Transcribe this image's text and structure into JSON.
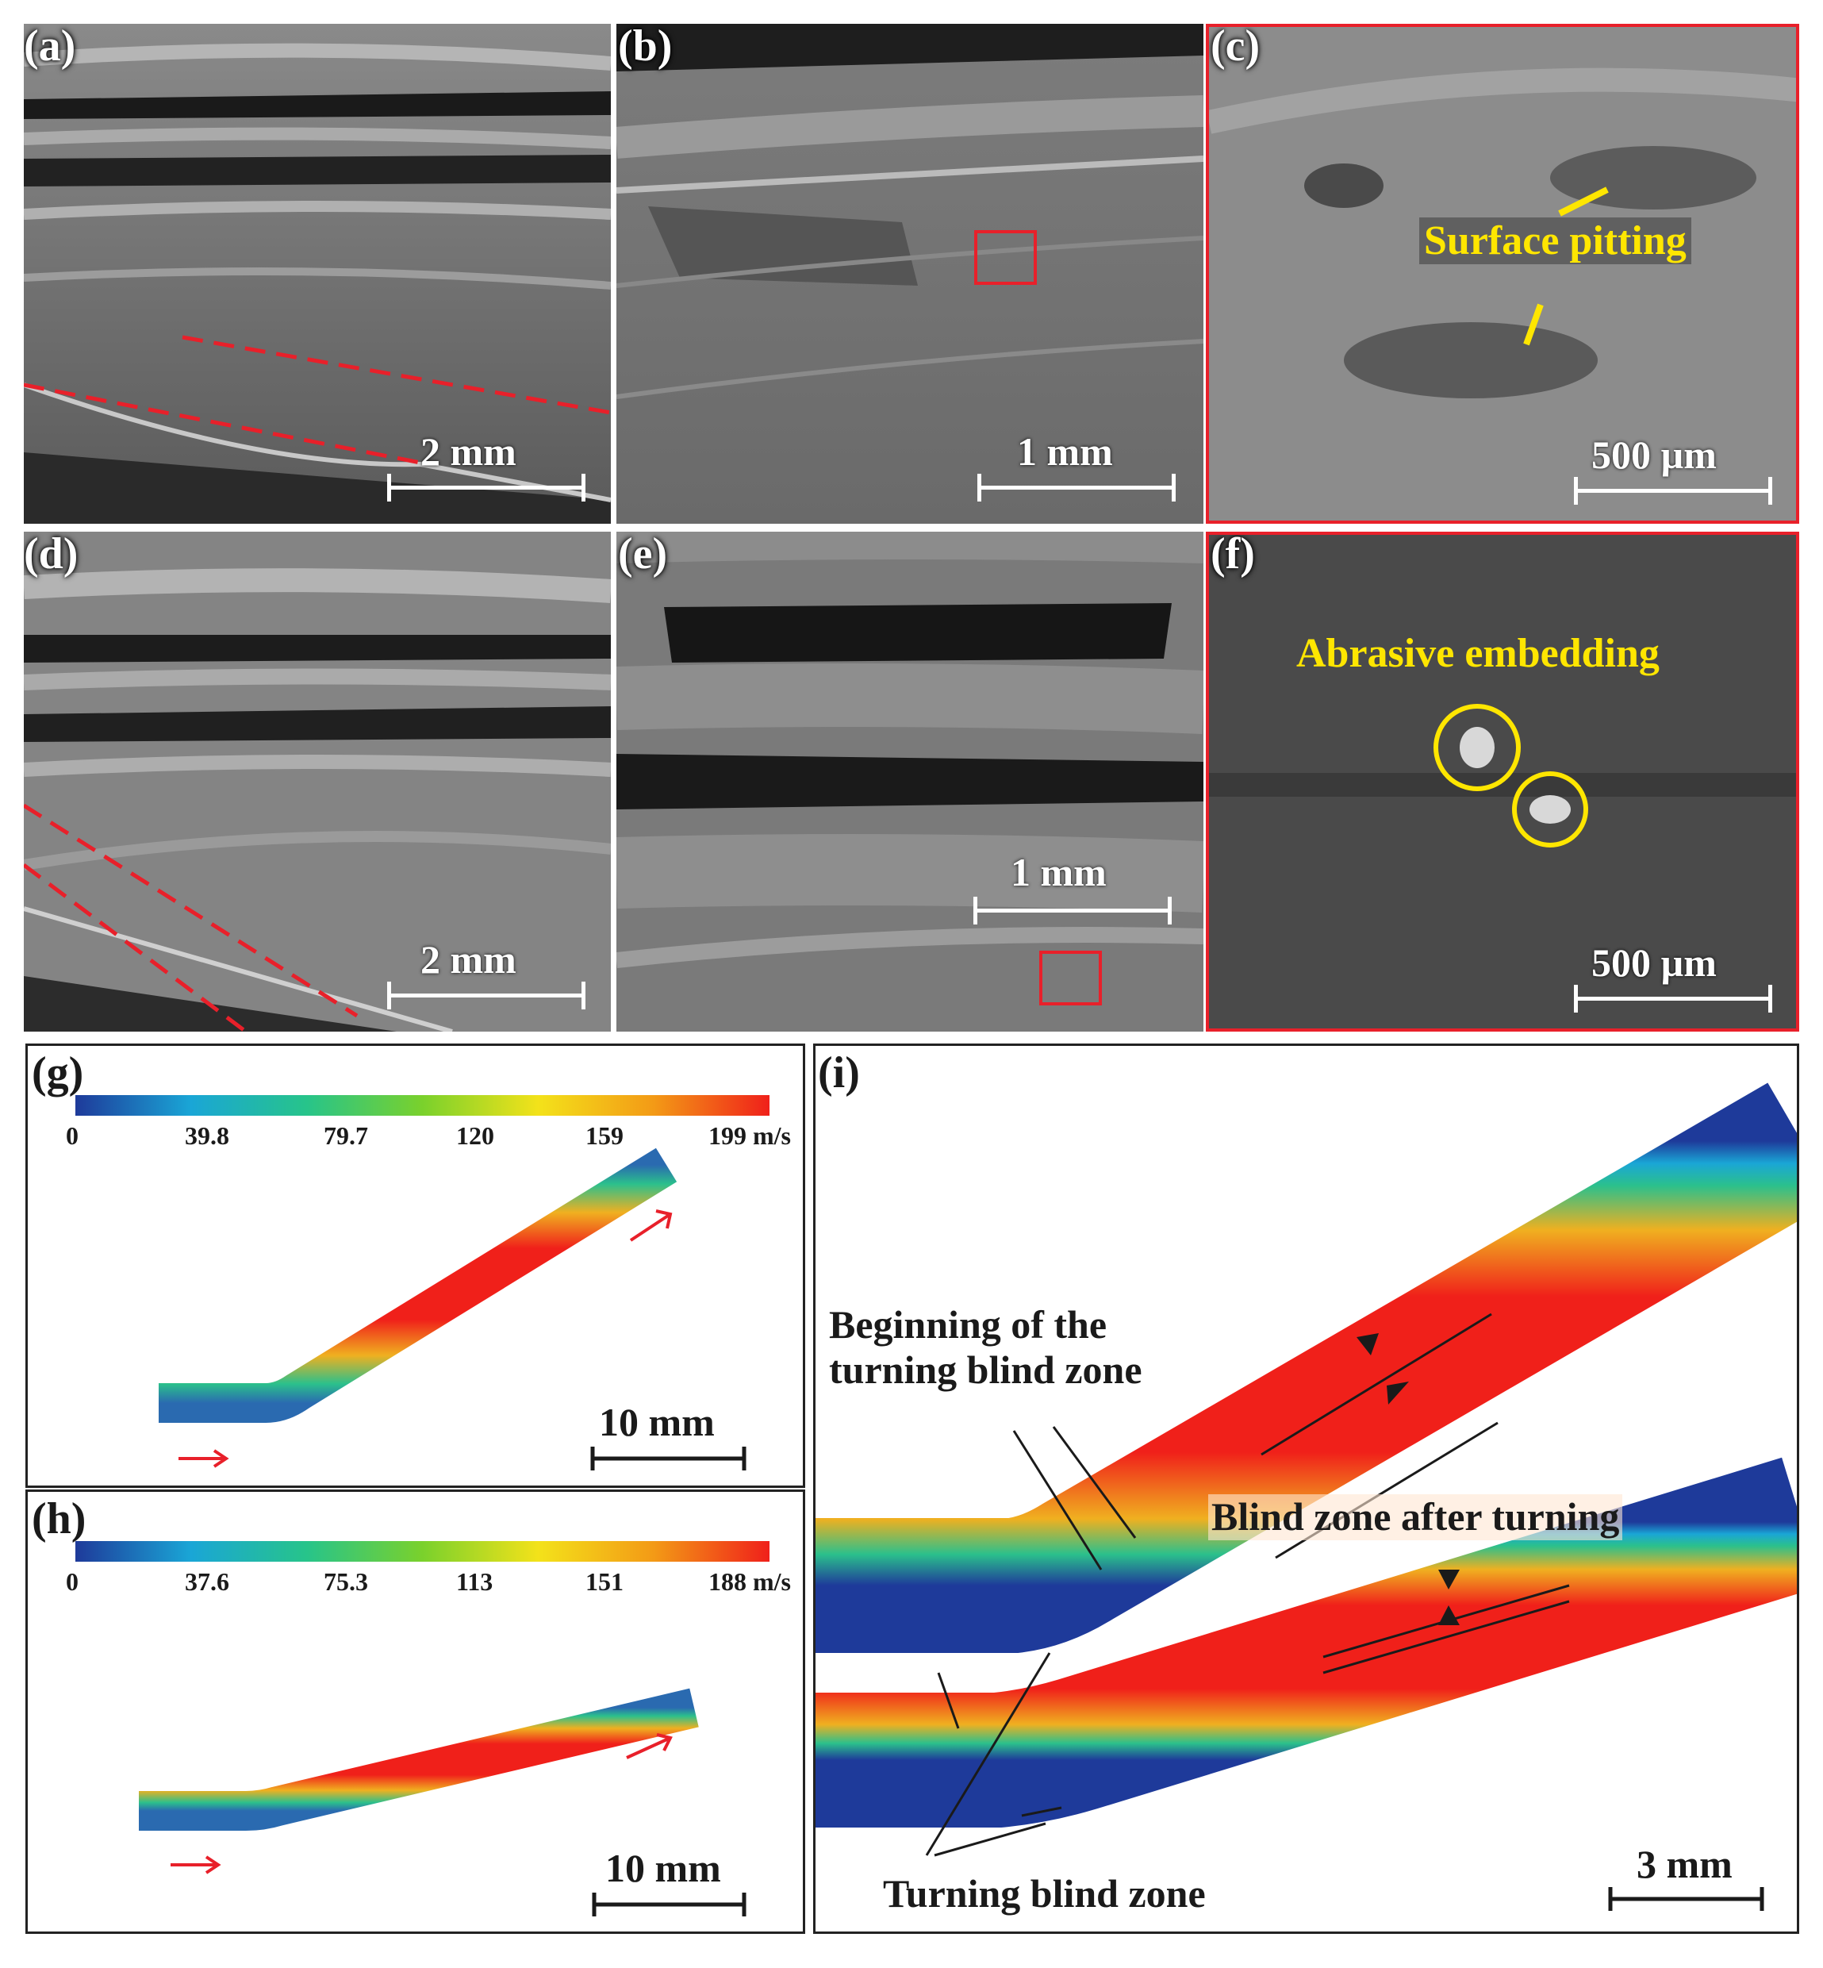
{
  "panels": {
    "a": {
      "label": "(a)",
      "scale": "2 mm"
    },
    "b": {
      "label": "(b)",
      "scale": "1 mm"
    },
    "c": {
      "label": "(c)",
      "scale": "500 µm",
      "annotation": "Surface pitting"
    },
    "d": {
      "label": "(d)",
      "scale": "2 mm"
    },
    "e": {
      "label": "(e)",
      "scale": "1 mm"
    },
    "f": {
      "label": "(f)",
      "scale": "500 µm",
      "annotation": "Abrasive embedding"
    },
    "g": {
      "label": "(g)",
      "scale": "10 mm",
      "colorbar_ticks": [
        "0",
        "39.8",
        "79.7",
        "120",
        "159",
        "199 m/s"
      ]
    },
    "h": {
      "label": "(h)",
      "scale": "10 mm",
      "colorbar_ticks": [
        "0",
        "37.6",
        "75.3",
        "113",
        "151",
        "188 m/s"
      ]
    },
    "i": {
      "label": "(i)",
      "scale": "3 mm",
      "annotation_beginning_line1": "Beginning of the",
      "annotation_beginning_line2": "turning blind zone",
      "annotation_after": "Blind zone after turning",
      "annotation_turning": "Turning blind zone"
    }
  },
  "colors": {
    "highlight_red": "#e8202a",
    "annotation_yellow": "#ffe600",
    "flow_red": "#f0201a",
    "flow_blue": "#1040a0"
  }
}
